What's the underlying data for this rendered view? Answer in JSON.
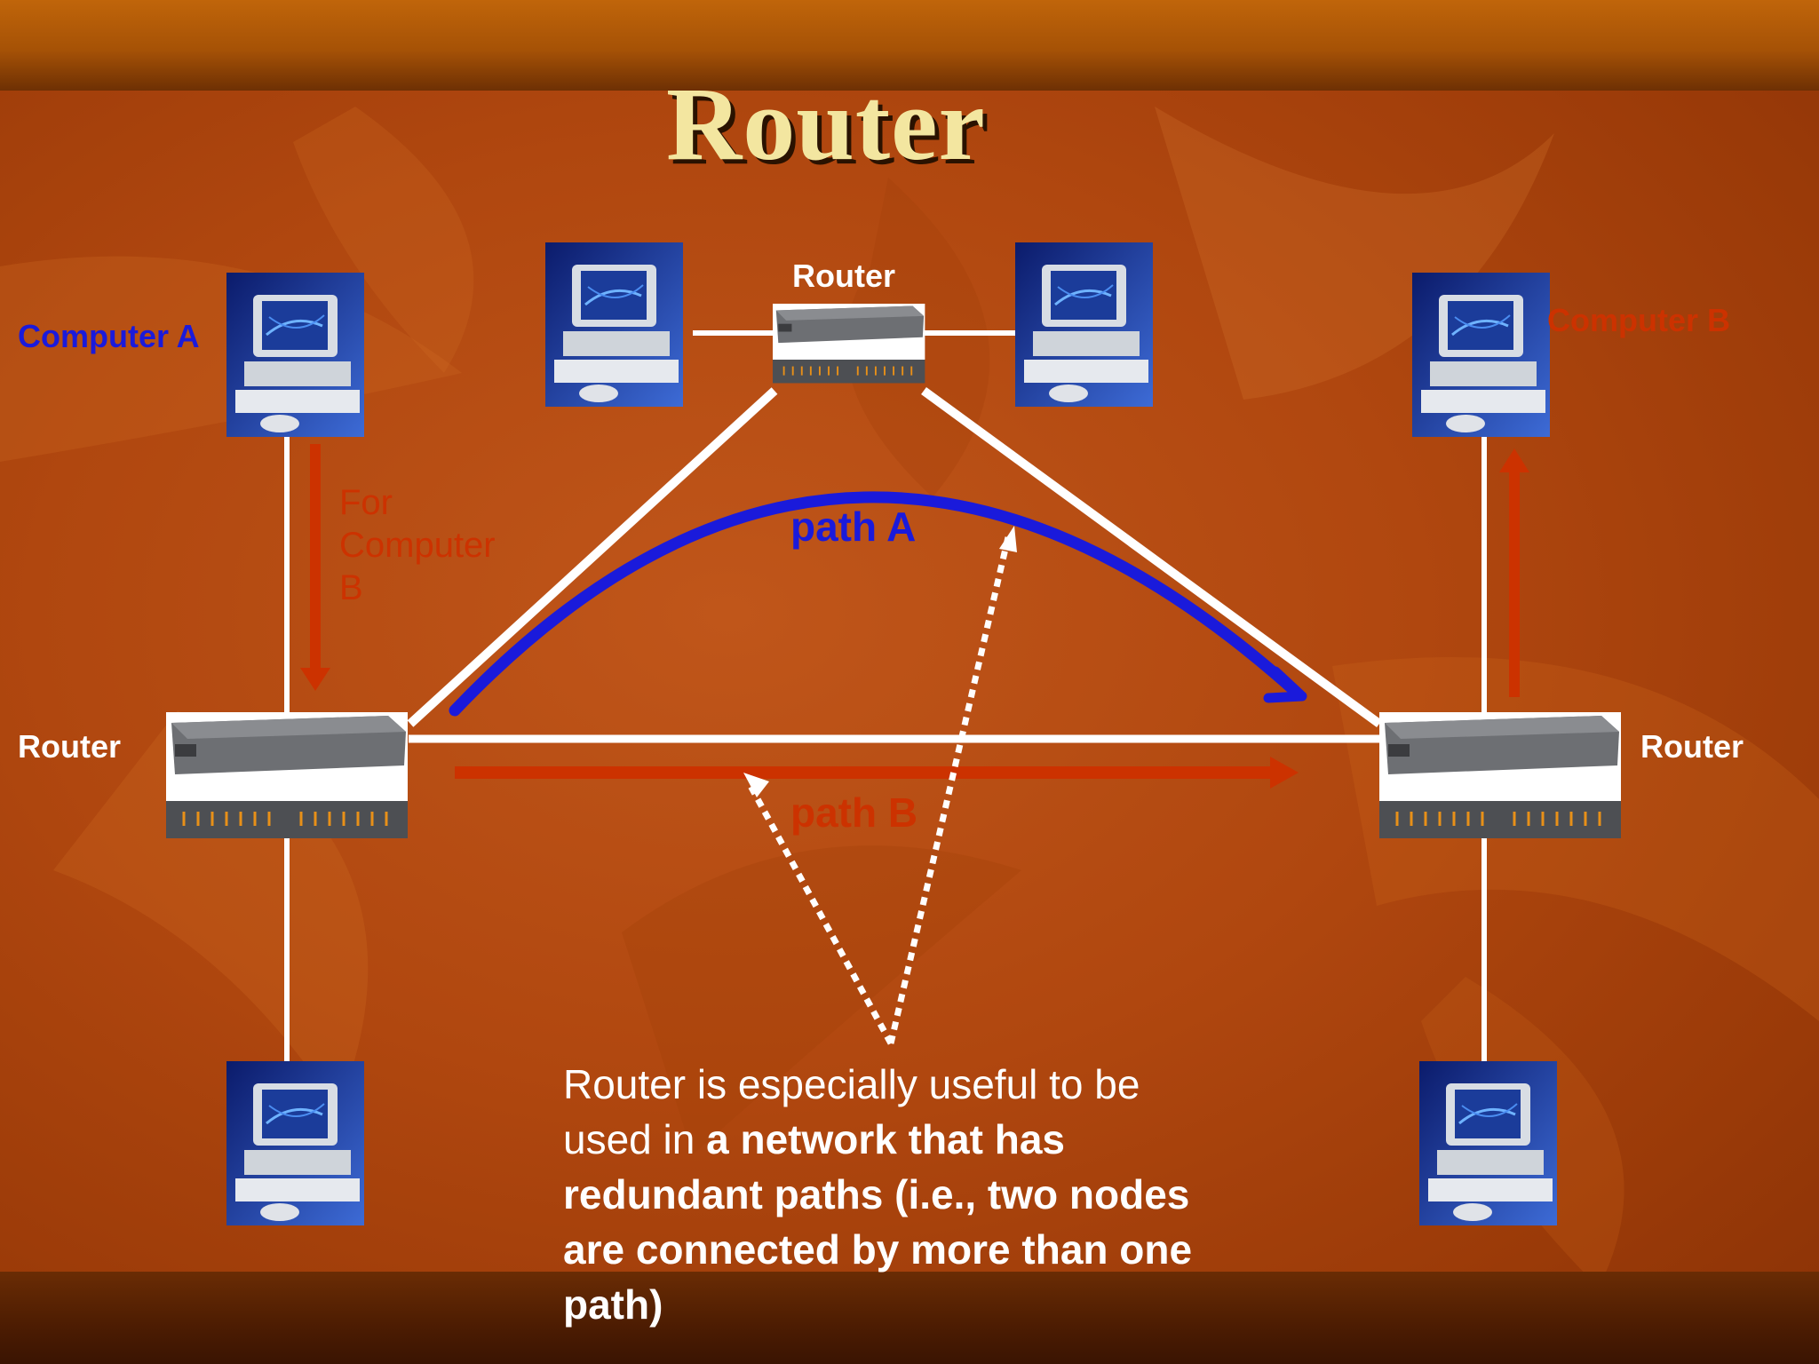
{
  "title": "Router",
  "labels": {
    "router_top": "Router",
    "router_left": "Router",
    "router_right": "Router",
    "computer_a": "Computer A",
    "computer_b": "Computer B",
    "for_computer_b_1": "For",
    "for_computer_b_2": "Computer",
    "for_computer_b_3": "B",
    "path_a": "path A",
    "path_b": "path B"
  },
  "caption": {
    "normal": "Router is especially useful to be used in",
    "bold": "a network that has redundant paths (i.e., two nodes are connected by more than one path)"
  },
  "colors": {
    "path_a": "#1a1adb",
    "path_b": "#cc3200",
    "links": "#ffffff",
    "title": "#f3e6a0"
  },
  "icons": {
    "computer": "computer-icon",
    "router": "router-icon"
  }
}
